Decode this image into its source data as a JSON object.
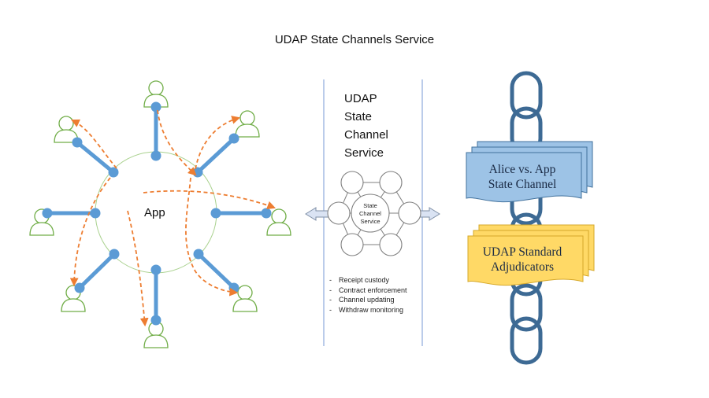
{
  "title": "UDAP State Channels Service",
  "service": {
    "title_lines": [
      "UDAP",
      "State",
      "Channel",
      "Service"
    ],
    "hub_label_lines": [
      "State",
      "Channel",
      "Service"
    ],
    "features": [
      "Receipt custody",
      "Contract enforcement",
      "Channel updating",
      "Withdraw monitoring"
    ]
  },
  "app": {
    "label": "App"
  },
  "documents": {
    "state_channel": {
      "lines": [
        "Alice vs. App",
        "State Channel"
      ],
      "color": "#9dc3e6",
      "border": "#41719c"
    },
    "adjudicators": {
      "lines": [
        "UDAP Standard",
        "Adjudicators"
      ],
      "color": "#ffd966",
      "border": "#d6a829"
    }
  },
  "colors": {
    "spoke": "#5b9bd5",
    "user_outline": "#70ad47",
    "flow_arrow": "#ed7d31",
    "chain": "#3d6a94",
    "divider": "#8eaadb",
    "hub_outline": "#7f7f7f",
    "side_arrow_fill": "#dae3f3"
  },
  "icons": [
    "user-icon",
    "chain-link-icon",
    "block-arrow-icon"
  ]
}
